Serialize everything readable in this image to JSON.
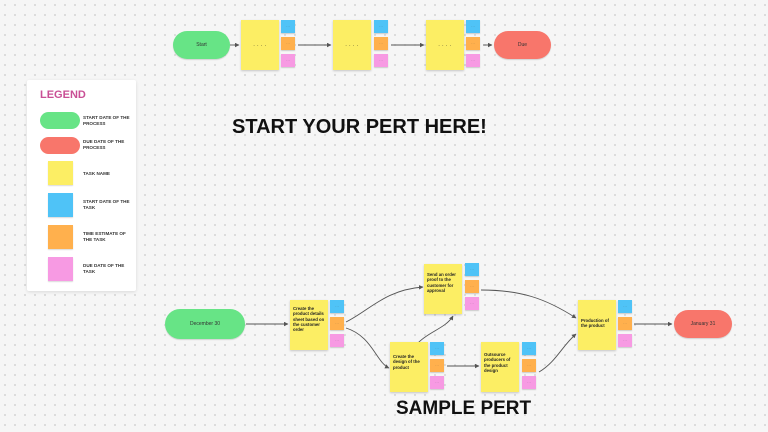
{
  "legend": {
    "title": "LEGEND",
    "items": [
      {
        "label": "START DATE OF THE PROCESS",
        "color": "#67e486",
        "shape": "pill"
      },
      {
        "label": "DUE DATE OF THE PROCESS",
        "color": "#f8766b",
        "shape": "pill"
      },
      {
        "label": "TASK NAME",
        "color": "#fcee64",
        "shape": "square"
      },
      {
        "label": "START DATE OF THE TASK",
        "color": "#4fc3f7",
        "shape": "square"
      },
      {
        "label": "TIME ESTIMATE OF THE TASK",
        "color": "#ffb04d",
        "shape": "square"
      },
      {
        "label": "DUE DATE OF THE TASK",
        "color": "#f79ae3",
        "shape": "square"
      }
    ]
  },
  "template": {
    "start_label": "Start",
    "due_label": "Due",
    "task_placeholder": ". . . .",
    "detail_start": ". . .",
    "detail_estimate": ". . .",
    "detail_due": ". . ."
  },
  "headings": {
    "template_title": "START YOUR PERT HERE!",
    "sample_title": "SAMPLE PERT"
  },
  "sample": {
    "start_date": "December 30",
    "due_date": "January 31",
    "tasks": [
      "Create the product details sheet based on the customer order",
      "Send an order proof to the customer for approval",
      "Create the design of the product",
      "Outsource producers of the product design",
      "Production of the product"
    ],
    "detail_text": ". . ."
  },
  "colors": {
    "start": "#67e486",
    "due": "#f8766b",
    "task": "#fcee64",
    "task_start": "#4fc3f7",
    "estimate": "#ffb04d",
    "task_due": "#f79ae3",
    "legend_title": "#c94f95"
  }
}
